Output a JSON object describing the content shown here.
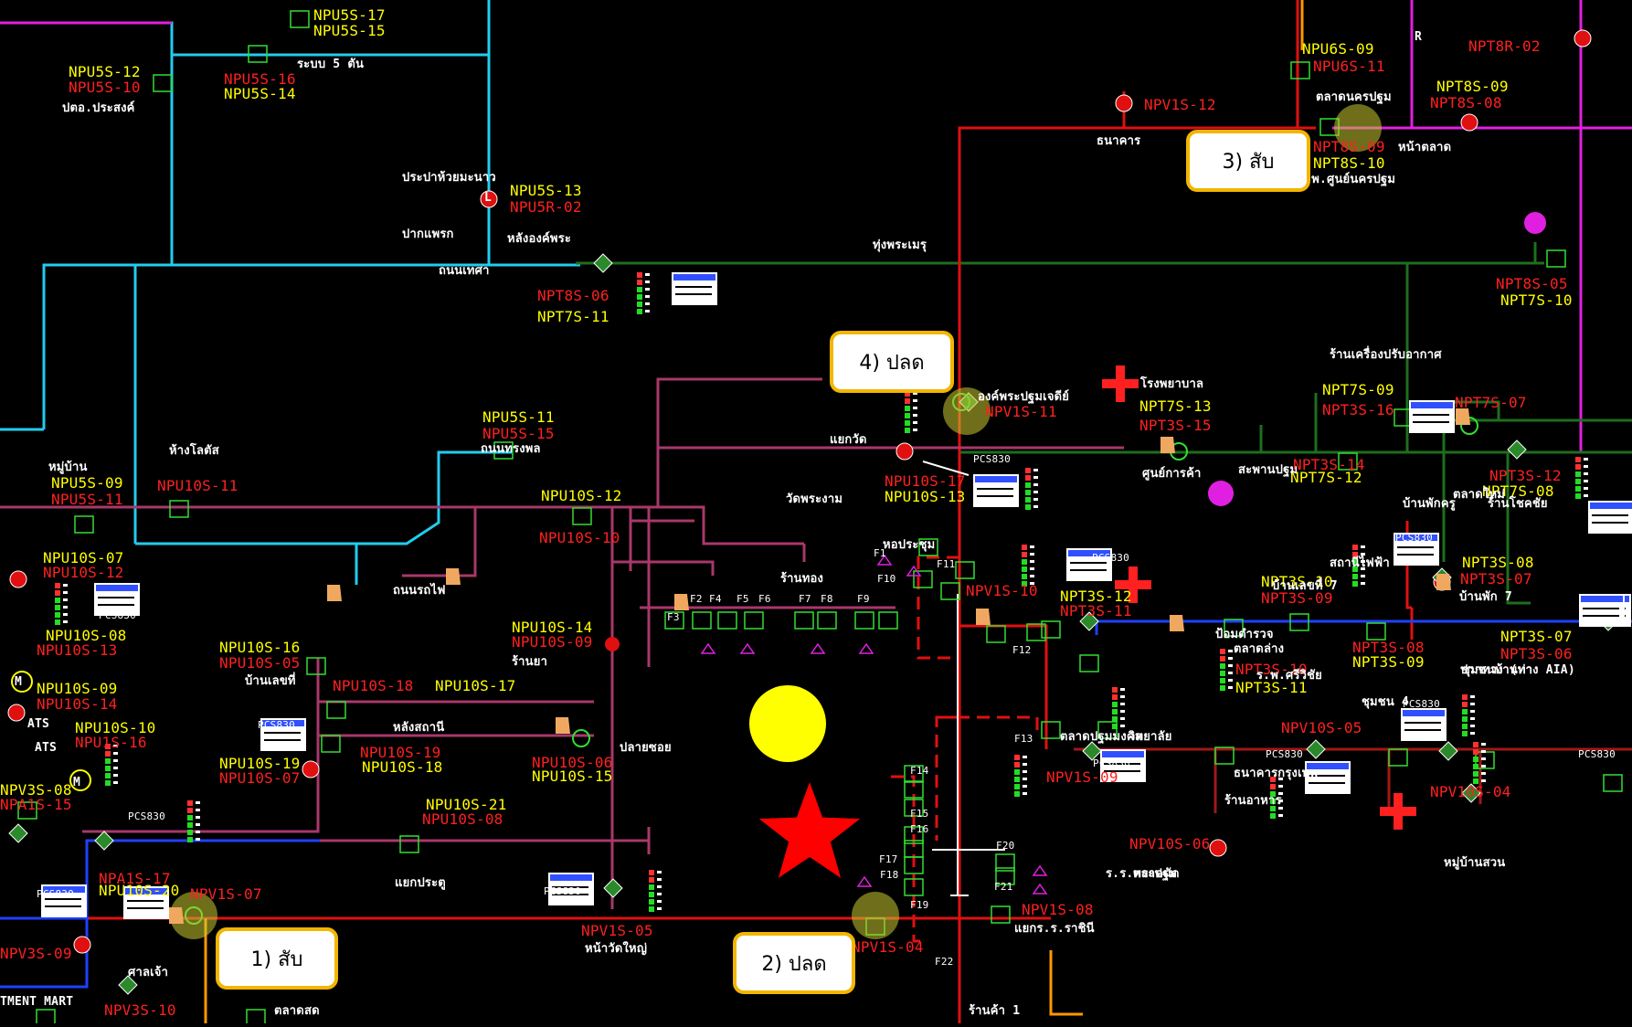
{
  "colors": {
    "background": "#000000",
    "label_yellow": "#ffff00",
    "label_red": "#ff2020",
    "label_white": "#ffffff",
    "line_cyan": "#22ccee",
    "line_magenta": "#e020e0",
    "line_green": "#1e6e1e",
    "line_red": "#e01010",
    "line_mauve": "#a8386a",
    "line_blue": "#2040ff",
    "line_maroon": "#a01818",
    "line_orange": "#ff9900",
    "callout_border": "#f2b600",
    "highlight": "#c8c832",
    "star": "#ff0000"
  },
  "callouts": {
    "c1": "1) สับ",
    "c2": "2) ปลด",
    "c3": "3) สับ",
    "c4": "4) ปลด"
  },
  "labels": {
    "t1": "NPU5S-17",
    "t2": "NPU5S-15",
    "t3": "NPU5S-12",
    "t4": "NPU5S-10",
    "t5": "NPU5S-16",
    "t6": "NPU5S-14",
    "t7": "NPU6S-09",
    "t8": "NPU6S-11",
    "t9": "NPT8R-02",
    "t10": "NPT8S-09",
    "t11": "NPT8S-08",
    "t12": "NPV1S-12",
    "t13": "NPT8S-09",
    "t14": "NPT8S-10",
    "t15": "NPU5S-13",
    "t16": "NPU5R-02",
    "t17": "NPT8S-06",
    "t18": "NPT7S-11",
    "t19": "NPT8S-05",
    "t20": "NPT7S-10",
    "t21": "NPV1S-11",
    "t22": "NPT7S-13",
    "t23": "NPT3S-15",
    "t24": "NPT7S-09",
    "t25": "NPT3S-16",
    "t26": "NPT7S-07",
    "t27": "NPU5S-11",
    "t28": "NPU5S-15",
    "t29": "NPU5S-09",
    "t30": "NPU5S-11",
    "t31": "NPU10S-11",
    "t32": "NPU10S-12",
    "t33": "NPU10S-17",
    "t34": "NPU10S-13",
    "t35": "NPT3S-14",
    "t36": "NPT7S-12",
    "t37": "NPT3S-12",
    "t38": "NPT7S-08",
    "t39": "NPU10S-07",
    "t40": "NPU10S-12",
    "t41": "NPU10S-10",
    "t42": "NPV1S-10",
    "t43": "NPT3S-12",
    "t44": "NPT3S-11",
    "t45": "NPT3S-08",
    "t46": "NPT3S-07",
    "t47": "NPT3S-10",
    "t48": "NPT3S-09",
    "t49": "NPU10S-08",
    "t50": "NPU10S-13",
    "t51": "NPU10S-14",
    "t52": "NPU10S-09",
    "t53": "NPU10S-16",
    "t54": "NPU10S-05",
    "t55": "NPU10S-18",
    "t56": "NPU10S-17",
    "t57": "NPT3S-08",
    "t58": "NPT3S-09",
    "t59": "NPT3S-10",
    "t60": "NPT3S-11",
    "t61": "NPT3S-07",
    "t62": "NPT3S-06",
    "t63": "NPU10S-09",
    "t64": "NPU10S-14",
    "t65": "NPU10S-10",
    "t66": "NPU1S-16",
    "t67": "NPV10S-05",
    "t68": "NPU10S-19",
    "t69": "NPU10S-18",
    "t70": "NPU10S-06",
    "t71": "NPU10S-15",
    "t72": "NPU10S-19",
    "t73": "NPU10S-07",
    "t74": "NPV3S-08",
    "t75": "NPA1S-15",
    "t76": "NPU10S-21",
    "t77": "NPU10S-08",
    "t78": "NPV10S-04",
    "t79": "NPV10S-06",
    "t80": "NPA1S-17",
    "t81": "NPU10S-20",
    "t82": "NPV1S-07",
    "t83": "NPV1S-05",
    "t84": "NPV1S-08",
    "t85": "NPV1S-04",
    "t86": "NPV3S-09",
    "t87": "NPV3S-10",
    "t88": "NPV1S-09",
    "e1": "ATS",
    "e2": "ATS",
    "e3": "M",
    "e4": "M",
    "e5": "L",
    "e6": "R",
    "f1": "F2",
    "f2": "F3",
    "f3": "F4",
    "f4": "F5",
    "f5": "F6",
    "f6": "F7",
    "f7": "F8",
    "f8": "F9",
    "f9": "F11",
    "f10": "F10",
    "f11": "F12",
    "f12": "F13",
    "f13": "F14",
    "f14": "F15",
    "f15": "F16",
    "f16": "F17",
    "f17": "F18",
    "f18": "F19",
    "f19": "F20",
    "f20": "F21",
    "f21": "F22",
    "f22": "F1",
    "b1": "PCS830",
    "b2": "PCS830",
    "b3": "PCS830",
    "b4": "PCS830",
    "b5": "PCS830",
    "b6": "PCS830",
    "b7": "PCS830",
    "b8": "PCS830",
    "b9": "PCS830",
    "b10": "PCS830",
    "b11": "PCS830",
    "b12": "PCS830"
  },
  "thai_labels": {
    "r1": "ระบบ 5 ตัน",
    "r2": "ปตอ.ประสงค์",
    "r3": "ประปาห้วยมะนาว",
    "r4": "ปากแพรก",
    "r5": "หลังองค์พระ",
    "r6": "ถนนเทศา",
    "r7": "ทุ่งพระเมรุ",
    "r8": "ธนาคาร",
    "r9": "ตลาดนครปฐม",
    "r10": "หน้าตลาด",
    "r11": "ร.พ.ศูนย์นครปฐม",
    "r12": "ร้านเครื่องปรับอากาศ",
    "r13": "โรงพยาบาล",
    "r14": "องค์พระปฐมเจดีย์",
    "r15": "แยกวัด",
    "r16": "ถนนทรงพล",
    "r17": "ห้างโลตัส",
    "r18": "หมู่บ้าน",
    "r19": "บ้านพักครู",
    "r20": "ร้านโชคชัย",
    "r21": "ศูนย์การค้า",
    "r22": "สะพานปฐม",
    "r23": "วัดพระงาม",
    "r24": "หอประชุม",
    "r25": "ร้านทอง",
    "r26": "ตลาดใหม่",
    "r27": "บ้านเลขที่ 7",
    "r28": "ถนนรถไฟ",
    "r29": "ป้อมตำรวจ",
    "r30": "สถานีไฟฟ้า",
    "r31": "ตลาดล่าง",
    "r32": "แยกร.ร.ราชินี",
    "r33": "ร.พ.ศรีวิชัย",
    "r34": "ตลาดปฐมมงคล",
    "r35": "วิทยาลัย",
    "r36": "บ้านพัก 7",
    "r37": "ชุมชนบ้านท่า",
    "r38": "ชุมชน 4",
    "r39": "หมู่บ้านสวน",
    "r40": "ร้านอาหาร",
    "r41": "หน้าวัดใหญ่",
    "r42": "ตลาดนัด",
    "r43": "ร้านยา",
    "r44": "บ้านเลขที่",
    "r45": "หลังสถานี",
    "r46": "ปลายซอย",
    "r47": "TMENT MART",
    "r48": "แยกประตู",
    "r49": "ธนาคารกรุงเทพ",
    "r50": "ปากทาง (ทาง AIA)",
    "r51": "ร.ร.พระปฐม",
    "r52": "ร้านค้า 1",
    "r53": "ตลาดสด",
    "r54": "ศาลเจ้า"
  }
}
